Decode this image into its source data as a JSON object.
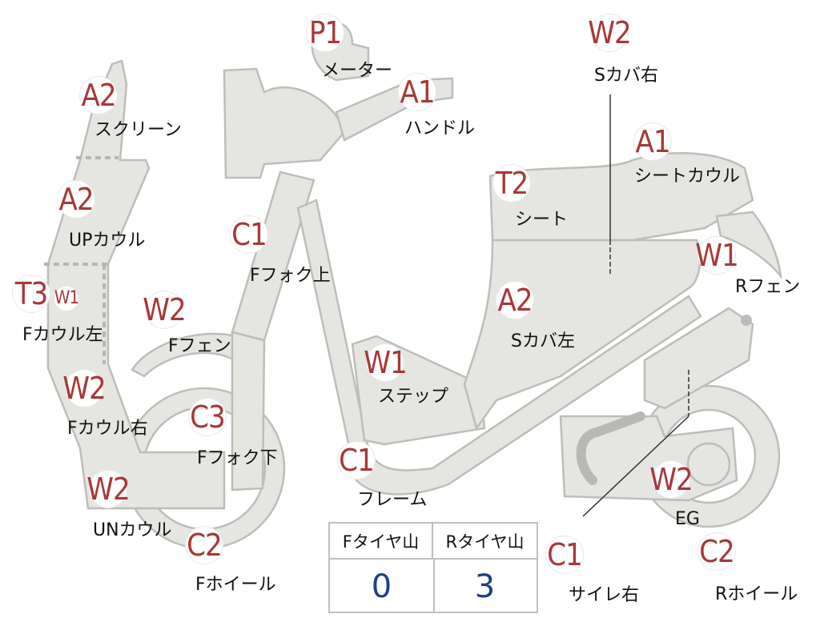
{
  "parts": {
    "meter": {
      "code": "P1",
      "label": "メーター"
    },
    "handle": {
      "code": "A1",
      "label": "ハンドル"
    },
    "screen": {
      "code": "A2",
      "label": "スクリーン"
    },
    "up_cowl": {
      "code": "A2",
      "label": "UPカウル"
    },
    "f_cowl_left": {
      "code": "T3",
      "code_extra": "W1",
      "label": "Fカウル左"
    },
    "f_cowl_right": {
      "code": "W2",
      "label": "Fカウル右"
    },
    "un_cowl": {
      "code": "W2",
      "label": "UNカウル"
    },
    "f_fork_upper": {
      "code": "C1",
      "label": "Fフォク上"
    },
    "f_fender": {
      "code": "W2",
      "label": "Fフェン"
    },
    "f_fork_lower": {
      "code": "C3",
      "label": "Fフォク下"
    },
    "f_wheel": {
      "code": "C2",
      "label": "Fホイール"
    },
    "step": {
      "code": "W1",
      "label": "ステップ"
    },
    "frame": {
      "code": "C1",
      "label": "フレーム"
    },
    "s_cover_right": {
      "code": "W2",
      "label": "Sカバ右"
    },
    "seat_cowl": {
      "code": "A1",
      "label": "シートカウル"
    },
    "seat": {
      "code": "T2",
      "label": "シート"
    },
    "r_fender": {
      "code": "W1",
      "label": "Rフェン"
    },
    "s_cover_left": {
      "code": "A2",
      "label": "Sカバ左"
    },
    "engine": {
      "code": "W2",
      "label": "EG"
    },
    "muffler_right": {
      "code": "C1",
      "label": "サイレ右"
    },
    "r_wheel": {
      "code": "C2",
      "label": "Rホイール"
    }
  },
  "tire_tread": {
    "front_header": "Fタイヤ山",
    "rear_header": "Rタイヤ山",
    "front_value": "0",
    "rear_value": "3"
  },
  "colors": {
    "code_red": "#a83838",
    "part_fill": "#e5e5e2",
    "value_blue": "#1f3f86"
  }
}
